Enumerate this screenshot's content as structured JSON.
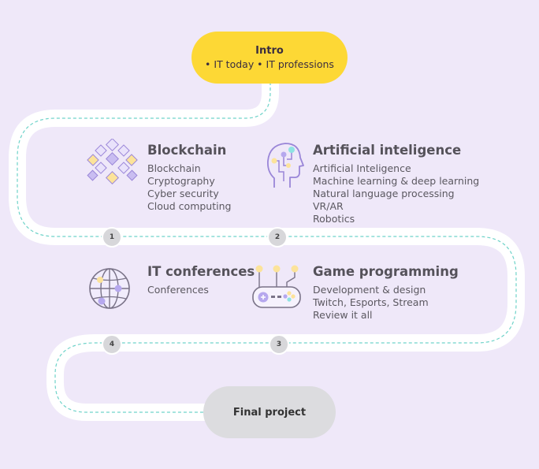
{
  "intro": {
    "title": "Intro",
    "items": "• IT today  • IT professions"
  },
  "sections": [
    {
      "number": "1",
      "icon": "blockchain-icon",
      "title": "Blockchain",
      "items": [
        "Blockchain",
        "Cryptography",
        "Cyber security",
        "Cloud computing"
      ]
    },
    {
      "number": "2",
      "icon": "ai-head-icon",
      "title": "Artificial inteligence",
      "items": [
        "Artificial Inteligence",
        "Machine learning & deep learning",
        "Natural language processing",
        "VR/AR",
        "Robotics"
      ]
    },
    {
      "number": "3",
      "icon": "gamepad-icon",
      "title": "Game programming",
      "items": [
        "Development & design",
        "Twitch, Esports, Stream",
        "Review it all"
      ]
    },
    {
      "number": "4",
      "icon": "globe-icon",
      "title": "IT conferences",
      "items": [
        "Conferences"
      ]
    }
  ],
  "final": {
    "title": "Final project"
  },
  "colors": {
    "background": "#efe8f9",
    "road": "#ffffff",
    "road_dash": "#6fd3c9",
    "intro": "#fdd835",
    "final": "#dcdcdf",
    "icon_purple": "#9a86d8",
    "icon_yellow": "#fce39a",
    "icon_teal": "#8fe3e3"
  }
}
